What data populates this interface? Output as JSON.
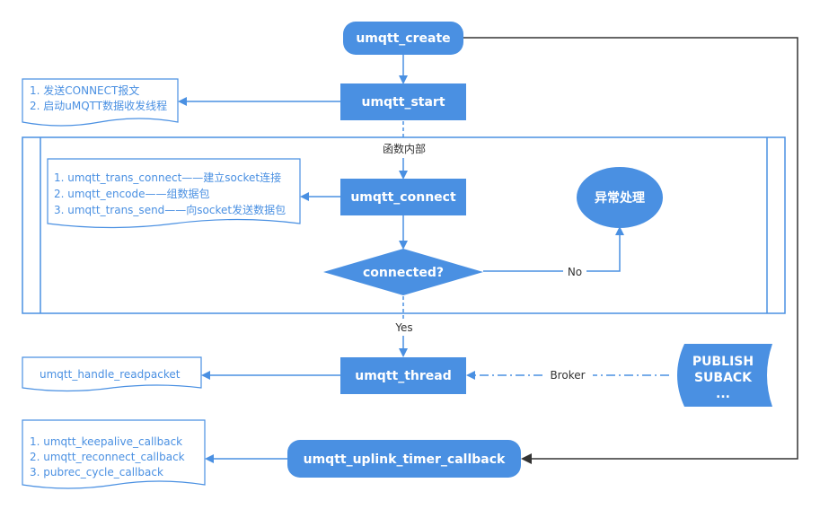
{
  "colors": {
    "node_fill": "#4a90e2",
    "note_stroke": "#4a90e2",
    "note_text": "#4a90e2",
    "dark_edge": "#333333",
    "page_bg": "#ffffff"
  },
  "nodes": {
    "create": "umqtt_create",
    "start": "umqtt_start",
    "connect": "umqtt_connect",
    "decision": "connected?",
    "exception": "异常处理",
    "thread": "umqtt_thread",
    "broker_data": [
      "PUBLISH",
      "SUBACK",
      "..."
    ],
    "uplink": "umqtt_uplink_timer_callback"
  },
  "container": {
    "label": "函数内部"
  },
  "notes": {
    "start_note": [
      "1. 发送CONNECT报文",
      "2. 启动uMQTT数据收发线程"
    ],
    "connect_note": [
      "1. umqtt_trans_connect——建立socket连接",
      "2. umqtt_encode——组数据包",
      "3. umqtt_trans_send——向socket发送数据包"
    ],
    "thread_note": [
      "umqtt_handle_readpacket"
    ],
    "uplink_note": [
      "1. umqtt_keepalive_callback",
      "2. umqtt_reconnect_callback",
      "3. pubrec_cycle_callback"
    ]
  },
  "edge_labels": {
    "no": "No",
    "yes": "Yes",
    "broker": "Broker"
  }
}
